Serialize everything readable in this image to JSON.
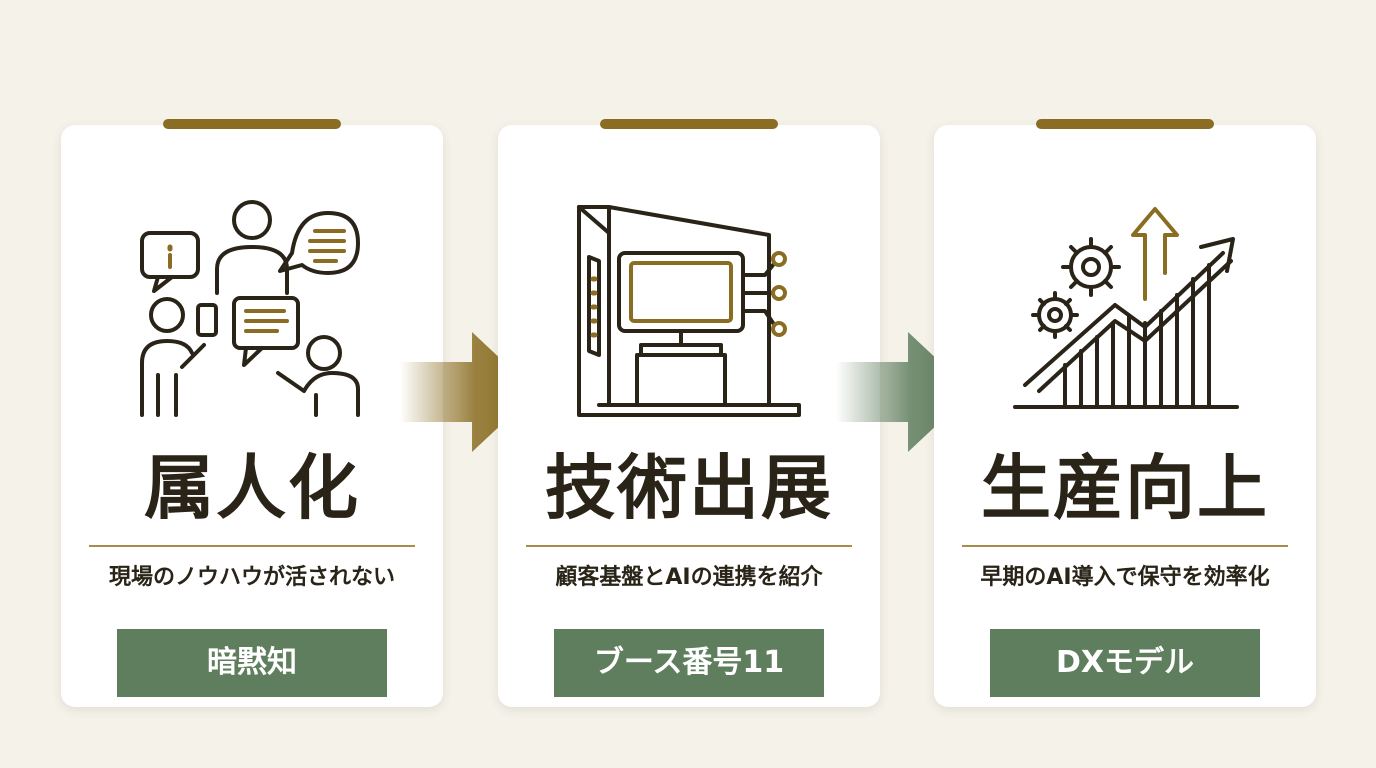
{
  "colors": {
    "accent_gold": "#8a6d22",
    "badge_green": "#5e7e5e",
    "text_dark": "#2a2418",
    "background": "#f5f2ea"
  },
  "cards": [
    {
      "icon": "knowledge-sharing-people-icon",
      "title": "属人化",
      "description": "現場のノウハウが活されない",
      "badge": "暗黙知"
    },
    {
      "icon": "exhibition-booth-icon",
      "title": "技術出展",
      "description": "顧客基盤とAIの連携を紹介",
      "badge": "ブース番号11"
    },
    {
      "icon": "gears-growth-chart-icon",
      "title": "生産向上",
      "description": "早期のAI導入で保守を効率化",
      "badge": "DXモデル"
    }
  ],
  "arrows": [
    {
      "icon": "arrow-right-icon",
      "color": "#8a6d22"
    },
    {
      "icon": "arrow-right-icon",
      "color": "#5e7e5e"
    }
  ]
}
